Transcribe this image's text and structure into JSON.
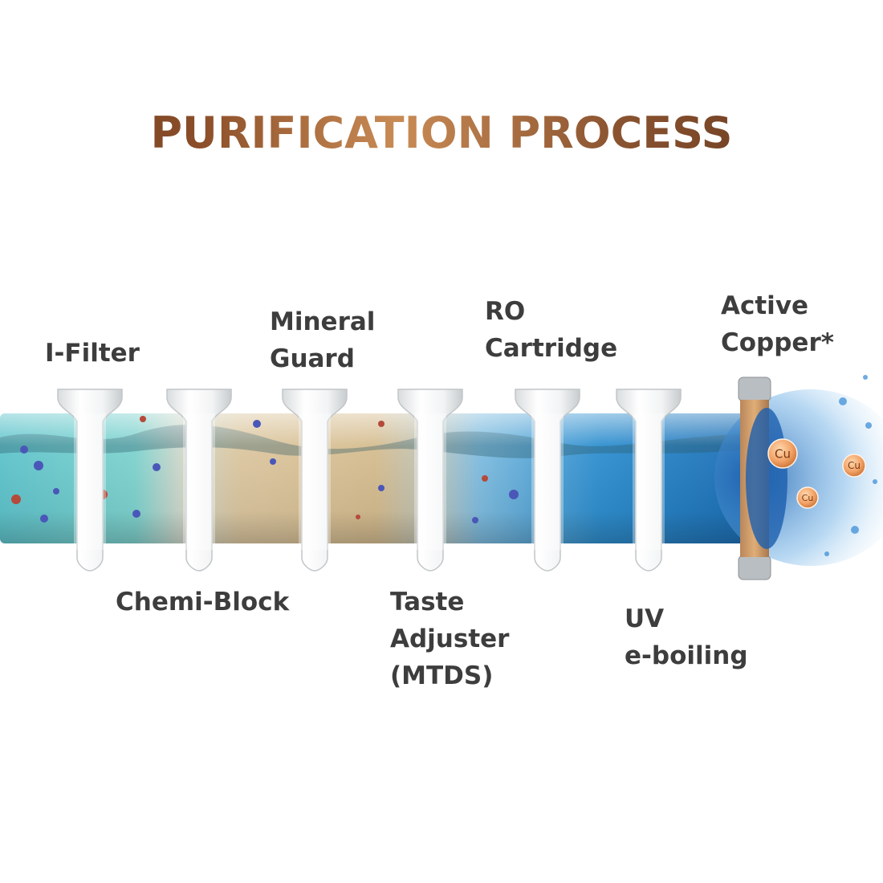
{
  "title": "PURIFICATION PROCESS",
  "stages": [
    {
      "id": "i-filter",
      "lines": [
        "I-Filter"
      ]
    },
    {
      "id": "chemi-block",
      "lines": [
        "Chemi-Block"
      ]
    },
    {
      "id": "mineral-guard",
      "lines": [
        "Mineral",
        "Guard"
      ]
    },
    {
      "id": "taste-adjuster",
      "lines": [
        "Taste",
        "Adjuster",
        "(MTDS)"
      ]
    },
    {
      "id": "ro-cartridge",
      "lines": [
        "RO",
        "Cartridge"
      ]
    },
    {
      "id": "uv-e-boiling",
      "lines": [
        "UV",
        "e-boiling"
      ]
    },
    {
      "id": "active-copper",
      "lines": [
        "Active",
        "Copper*"
      ]
    }
  ],
  "copper_symbol": "Cu",
  "colors": {
    "title_dark": "#6b3a1f",
    "title_light": "#c98b55",
    "label_text": "#3d3d3d",
    "water_teal": "#6fcfd0",
    "water_amber": "#d8bf92",
    "water_blue": "#2f8fcf",
    "copper": "#d9844a"
  }
}
